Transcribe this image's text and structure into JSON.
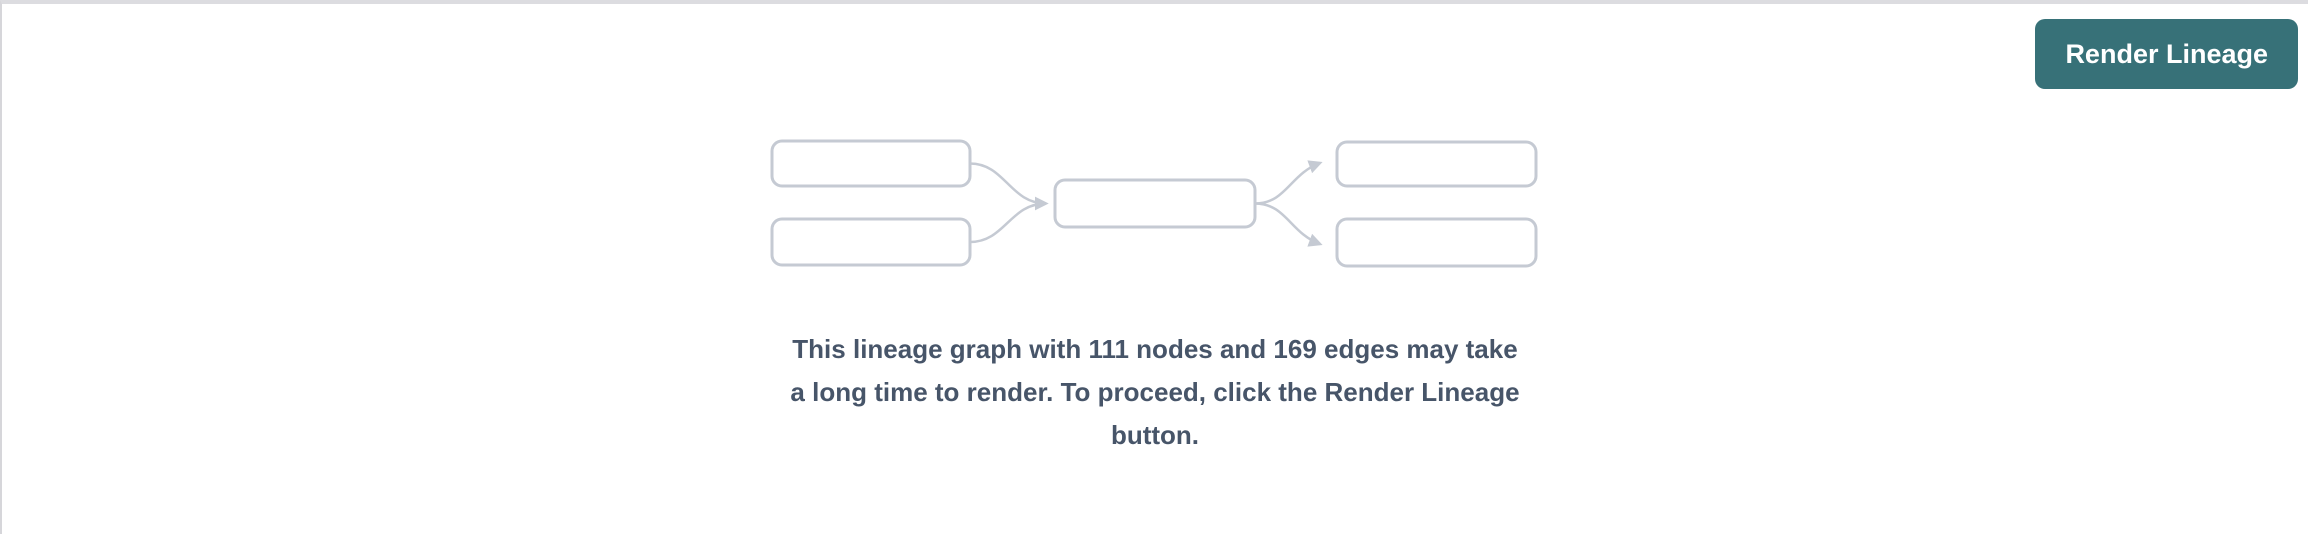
{
  "panel": {
    "background_color": "#ffffff",
    "top_border_color": "#dcdce0",
    "left_border_color": "#d6d6da"
  },
  "toolbar": {
    "render_button": {
      "label": "Render Lineage",
      "background_color": "#377178",
      "text_color": "#ffffff"
    }
  },
  "placeholder_diagram": {
    "box_count": 5,
    "arrow_count": 4,
    "node_border_color": "#c5cad3",
    "edge_color": "#c5cad3"
  },
  "message": {
    "full_text": "This lineage graph with 111 nodes and 169 edges may take a long time to render. To proceed, click the Render Lineage button.",
    "lines": [
      "This lineage graph with 111 nodes and 169 edges may take",
      "a long time to render. To proceed, click the Render Lineage",
      "button."
    ],
    "node_count": 111,
    "edge_count": 169,
    "text_color": "#475569"
  }
}
